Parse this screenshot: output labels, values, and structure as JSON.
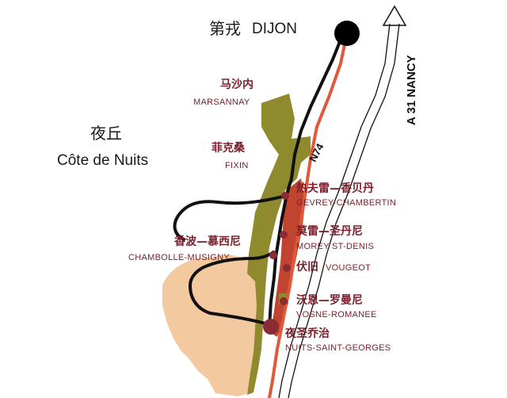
{
  "colors": {
    "vineyard_olive": "#8f8a2e",
    "grand_cru_red": "#c0442f",
    "hills_tan": "#f3c9a0",
    "road_red": "#e05a3a",
    "rail_black": "#111111",
    "label_burgundy": "#7a1f2b",
    "dot_burgundy": "#8a2a35"
  },
  "labels": {
    "dijon_cn": "第戎",
    "dijon_fr": "DIJON",
    "region_cn": "夜丘",
    "region_fr": "Côte de Nuits",
    "motorway": "A 31 NANCY",
    "road": "N74"
  },
  "villages": [
    {
      "cn": "马沙内",
      "fr": "MARSANNAY"
    },
    {
      "cn": "菲克桑",
      "fr": "FIXIN"
    },
    {
      "cn": "热夫雷—香贝丹",
      "fr": "GEVREY-CHAMBERTIN"
    },
    {
      "cn": "莫雷—圣丹尼",
      "fr": "MOREY ST-DENIS"
    },
    {
      "cn": "香波—慕西尼",
      "fr": "CHAMBOLLE-MUSIGNY"
    },
    {
      "cn": "伏旧",
      "fr": "VOUGEOT"
    },
    {
      "cn": "沃恩—罗曼尼",
      "fr": "VOSNE-ROMANEE"
    },
    {
      "cn": "夜圣乔治",
      "fr": "NUITS-SAINT-GEORGES"
    }
  ]
}
